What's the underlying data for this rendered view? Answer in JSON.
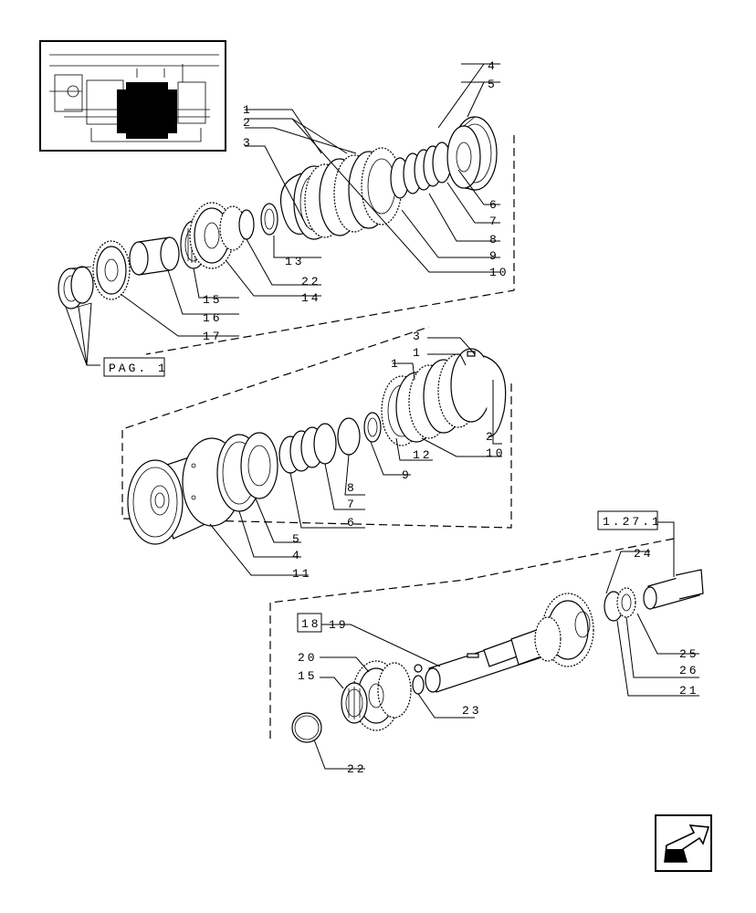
{
  "diagram": {
    "type": "exploded-parts-view",
    "icons": {
      "thumbnail": "transmission-thumbnail-icon",
      "nav": "back-arrow-icon"
    },
    "refs": {
      "pag1": "PAG. 1",
      "sec1271": "1.27.1",
      "sec18": "18"
    },
    "callouts": {
      "g1": [
        "4",
        "5",
        "1",
        "2",
        "3",
        "6",
        "7",
        "8",
        "9",
        "10",
        "13",
        "22",
        "14",
        "15",
        "16",
        "17"
      ],
      "g2": [
        "3",
        "1",
        "1",
        "2",
        "10",
        "12",
        "9",
        "8",
        "7",
        "6",
        "5",
        "4",
        "11"
      ],
      "g3": [
        "24",
        "25",
        "26",
        "21",
        "19",
        "20",
        "15",
        "23",
        "22"
      ]
    }
  }
}
